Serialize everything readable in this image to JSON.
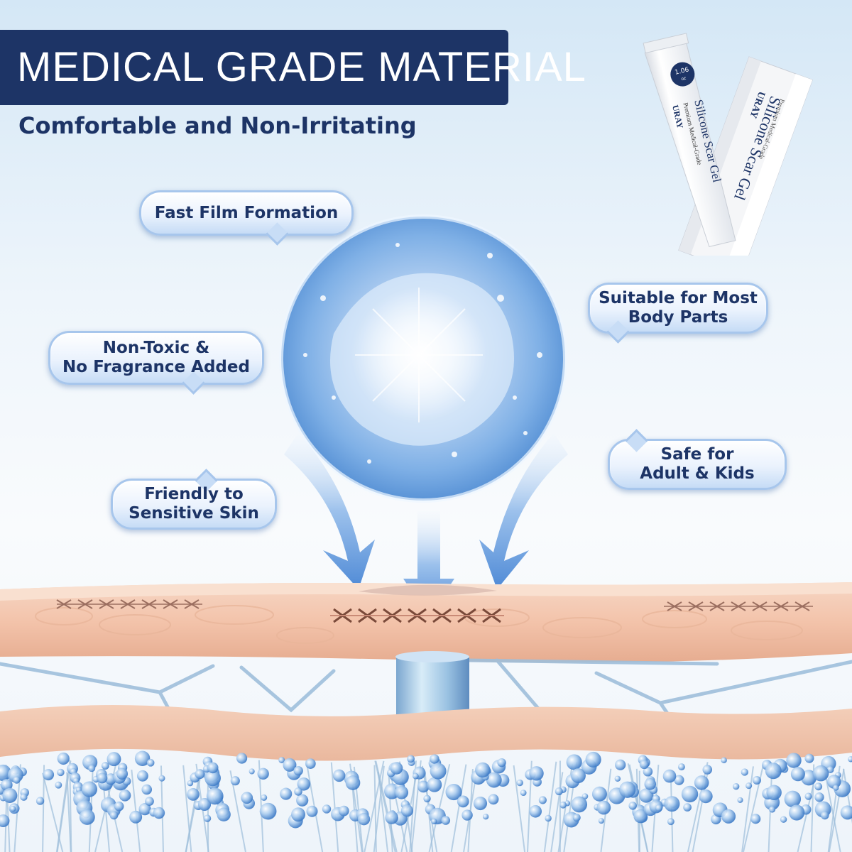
{
  "header": {
    "title": "MEDICAL GRADE MATERIAL",
    "subtitle": "Comfortable and Non-Irritating"
  },
  "callouts": [
    {
      "id": "fast-film",
      "text": "Fast Film Formation"
    },
    {
      "id": "body-parts",
      "line1": "Suitable for Most",
      "line2": "Body Parts"
    },
    {
      "id": "non-toxic",
      "line1": "Non-Toxic &",
      "line2": "No Fragrance Added"
    },
    {
      "id": "safe",
      "line1": "Safe for",
      "line2": "Adult & Kids"
    },
    {
      "id": "sensitive",
      "line1": "Friendly to",
      "line2": "Sensitive Skin"
    }
  ],
  "product": {
    "brand": "URAY",
    "name": "Silicone Scar Gel",
    "descriptor": "Premium Medical-Grade",
    "size": "1.06",
    "size_unit": "oz"
  },
  "colors": {
    "banner": "#1d3466",
    "text_navy": "#1d3466",
    "skin": "#f2c6ad",
    "gel_blue": "#5f95d8"
  }
}
